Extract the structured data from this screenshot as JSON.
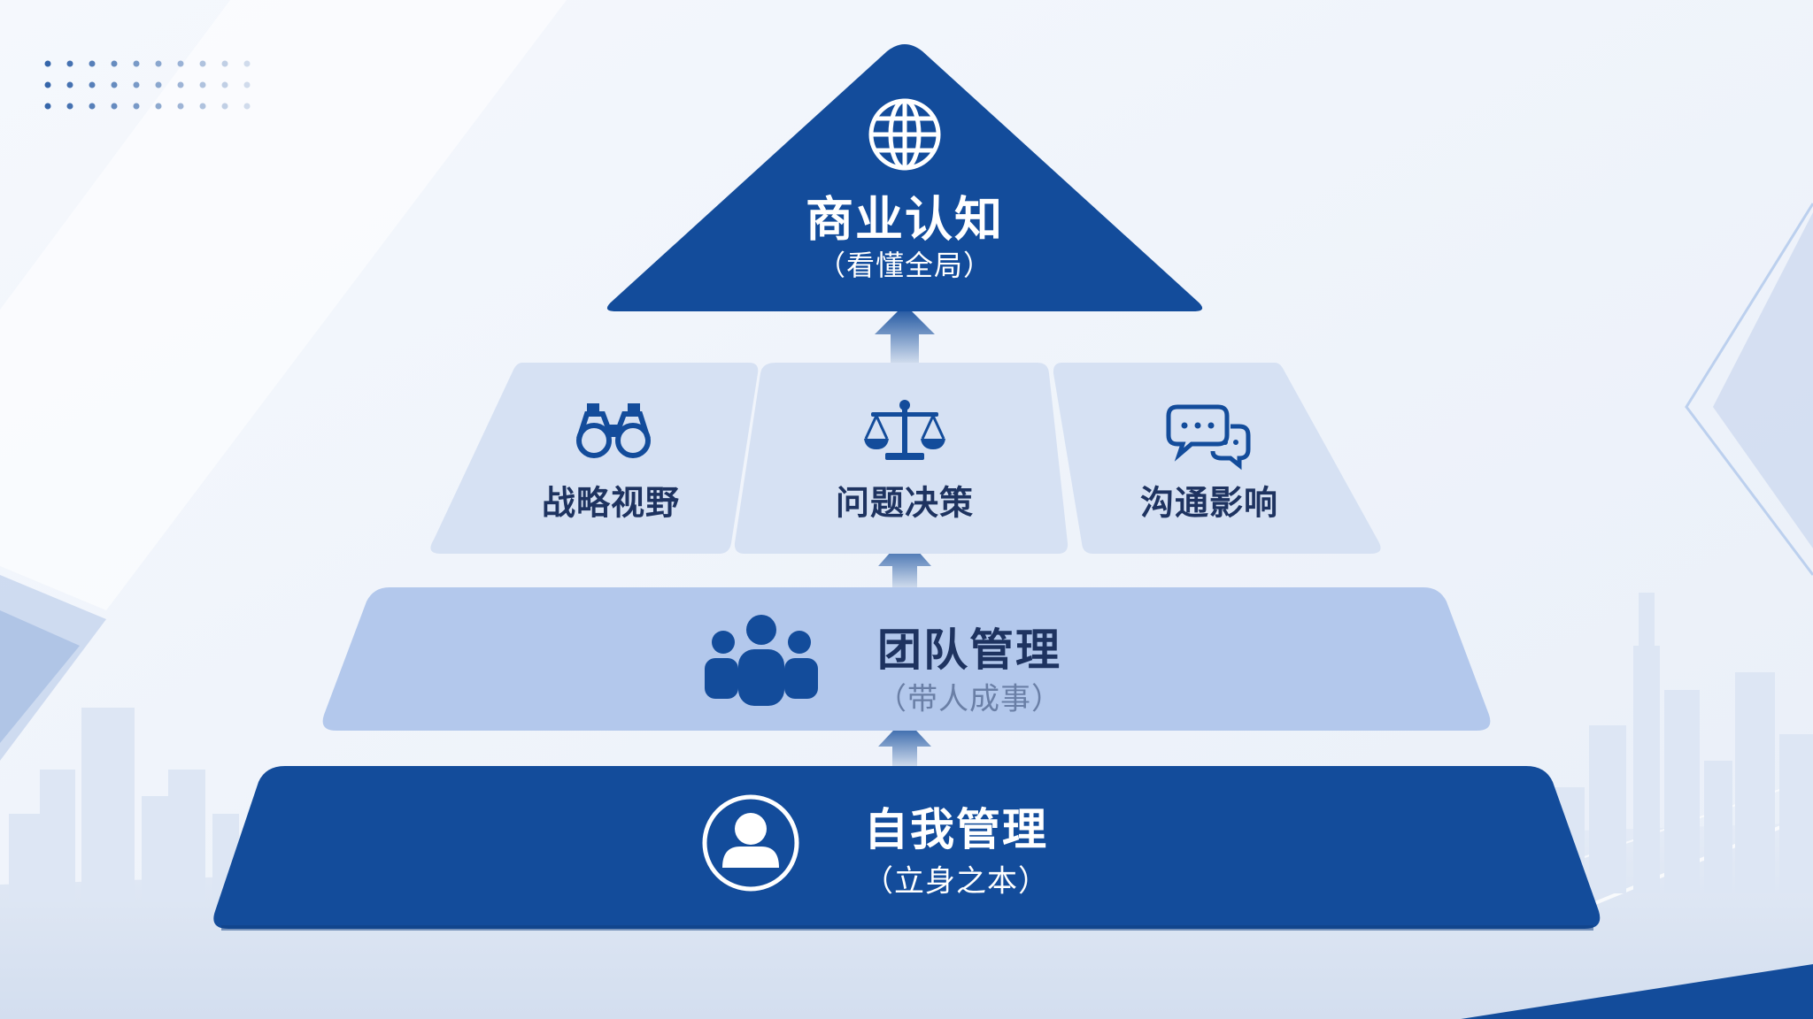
{
  "diagram": {
    "top": {
      "title": "商业认知",
      "subtitle": "（看懂全局）",
      "icon": "globe-icon"
    },
    "middle": [
      {
        "title": "战略视野",
        "icon": "binoculars-icon"
      },
      {
        "title": "问题决策",
        "icon": "scales-icon"
      },
      {
        "title": "沟通影响",
        "icon": "chat-bubbles-icon"
      }
    ],
    "team": {
      "title": "团队管理",
      "subtitle": "（带人成事）",
      "icon": "people-group-icon"
    },
    "base": {
      "title": "自我管理",
      "subtitle": "（立身之本）",
      "icon": "user-circle-icon"
    }
  },
  "colors": {
    "dark_blue": "#134c9b",
    "mid_blue": "#b3c8ec",
    "light_blue": "#d6e1f3",
    "navy_text": "#1e3360",
    "background": "#f3f6fb"
  }
}
